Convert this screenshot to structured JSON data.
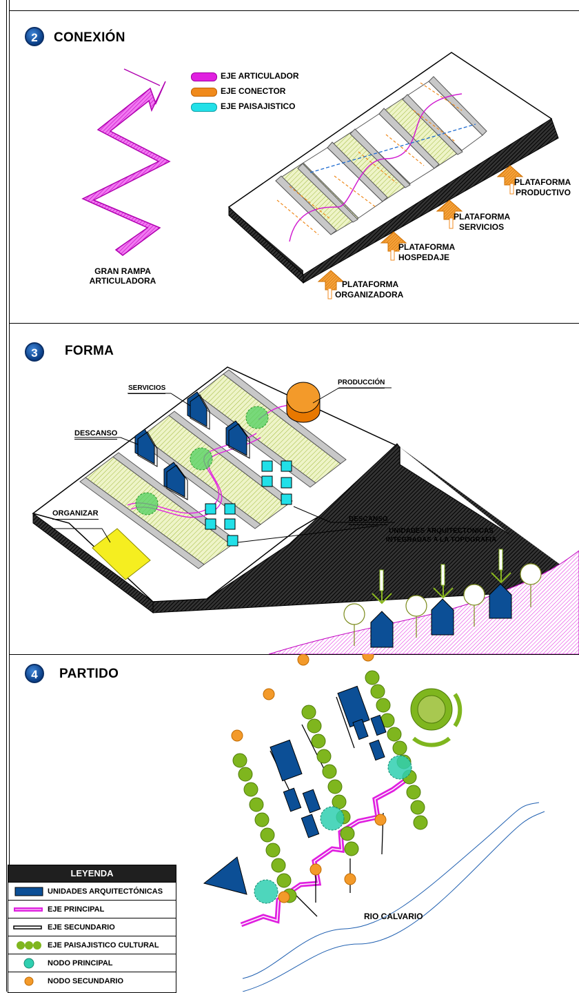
{
  "sections": {
    "conexion": {
      "number": "2",
      "title": "CONEXIÓN"
    },
    "forma": {
      "number": "3",
      "title": "FORMA"
    },
    "partido": {
      "number": "4",
      "title": "PARTIDO"
    }
  },
  "conexion": {
    "ramp_label_1": "GRAN RAMPA",
    "ramp_label_2": "ARTICULADORA",
    "axes": [
      {
        "label": "EJE ARTICULADOR",
        "color": "#e020e0"
      },
      {
        "label": "EJE CONECTOR",
        "color": "#f08a1c"
      },
      {
        "label": "EJE PAISAJISTICO",
        "color": "#22e0e8"
      }
    ],
    "platforms": {
      "organizadora": [
        "PLATAFORMA",
        "ORGANIZADORA"
      ],
      "hospedaje": [
        "PLATAFORMA",
        "HOSPEDAJE"
      ],
      "servicios": [
        "PLATAFORMA",
        "SERVICIOS"
      ],
      "productivo": [
        "PLATAFORMA",
        "PRODUCTIVO"
      ]
    }
  },
  "forma": {
    "servicios": "SERVICIOS",
    "produccion": "PRODUCCIÓN",
    "descanso_1": "DESCANSO",
    "organizar": "ORGANIZAR",
    "descanso_2": "DESCANSO",
    "unidades_1": "UNIDADES ARQUITECTONICAS",
    "unidades_2": "INTEGRADAS A LA TOPOGRAFIA"
  },
  "partido": {
    "river": "RIO CALVARIO",
    "legend": {
      "title": "LEYENDA",
      "items": [
        "UNIDADES ARQUITECTÓNICAS",
        "EJE PRINCIPAL",
        "EJE SECUNDARIO",
        "EJE PAISAJISTICO CULTURAL",
        "NODO PRINCIPAL",
        "NODO SECUNDARIO"
      ]
    }
  },
  "colors": {
    "magenta": "#e020e0",
    "orange": "#f08a1c",
    "cyan": "#22e0e8",
    "blue": "#0c4f96",
    "green": "#7fb61e",
    "teal": "#2fcfb0",
    "stripe": "#e6f0b8"
  }
}
